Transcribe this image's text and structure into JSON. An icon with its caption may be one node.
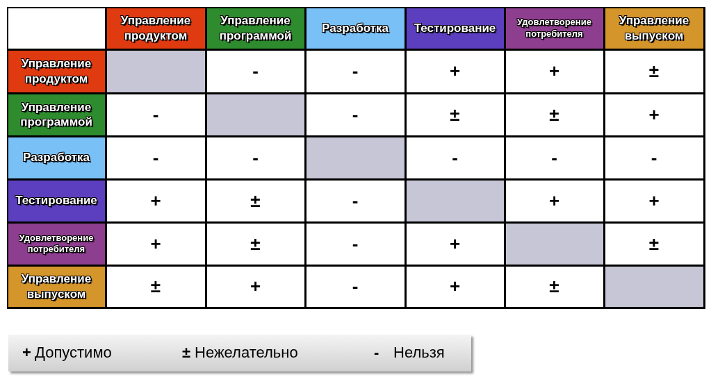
{
  "diagram": {
    "labels": [
      "Управление продуктом",
      "Управление программой",
      "Разработка",
      "Тестирование",
      "Удовлетворение потребителя",
      "Управление выпуском",
      "Управление продуктом",
      "-",
      "-",
      "+",
      "+",
      "±",
      "Управление программой",
      "-",
      "-",
      "±",
      "±",
      "+",
      "Разработка",
      "-",
      "-",
      "-",
      "-",
      "-",
      "Тестирование",
      "+",
      "±",
      "-",
      "+",
      "+",
      "Удовлетворение потребителя",
      "+",
      "±",
      "-",
      "+",
      "±",
      "Управление выпуском",
      "±",
      "+",
      "-",
      "+",
      "±",
      "+",
      "Допустимо",
      "±",
      "Нежелательно",
      "-",
      "Нельзя"
    ]
  }
}
